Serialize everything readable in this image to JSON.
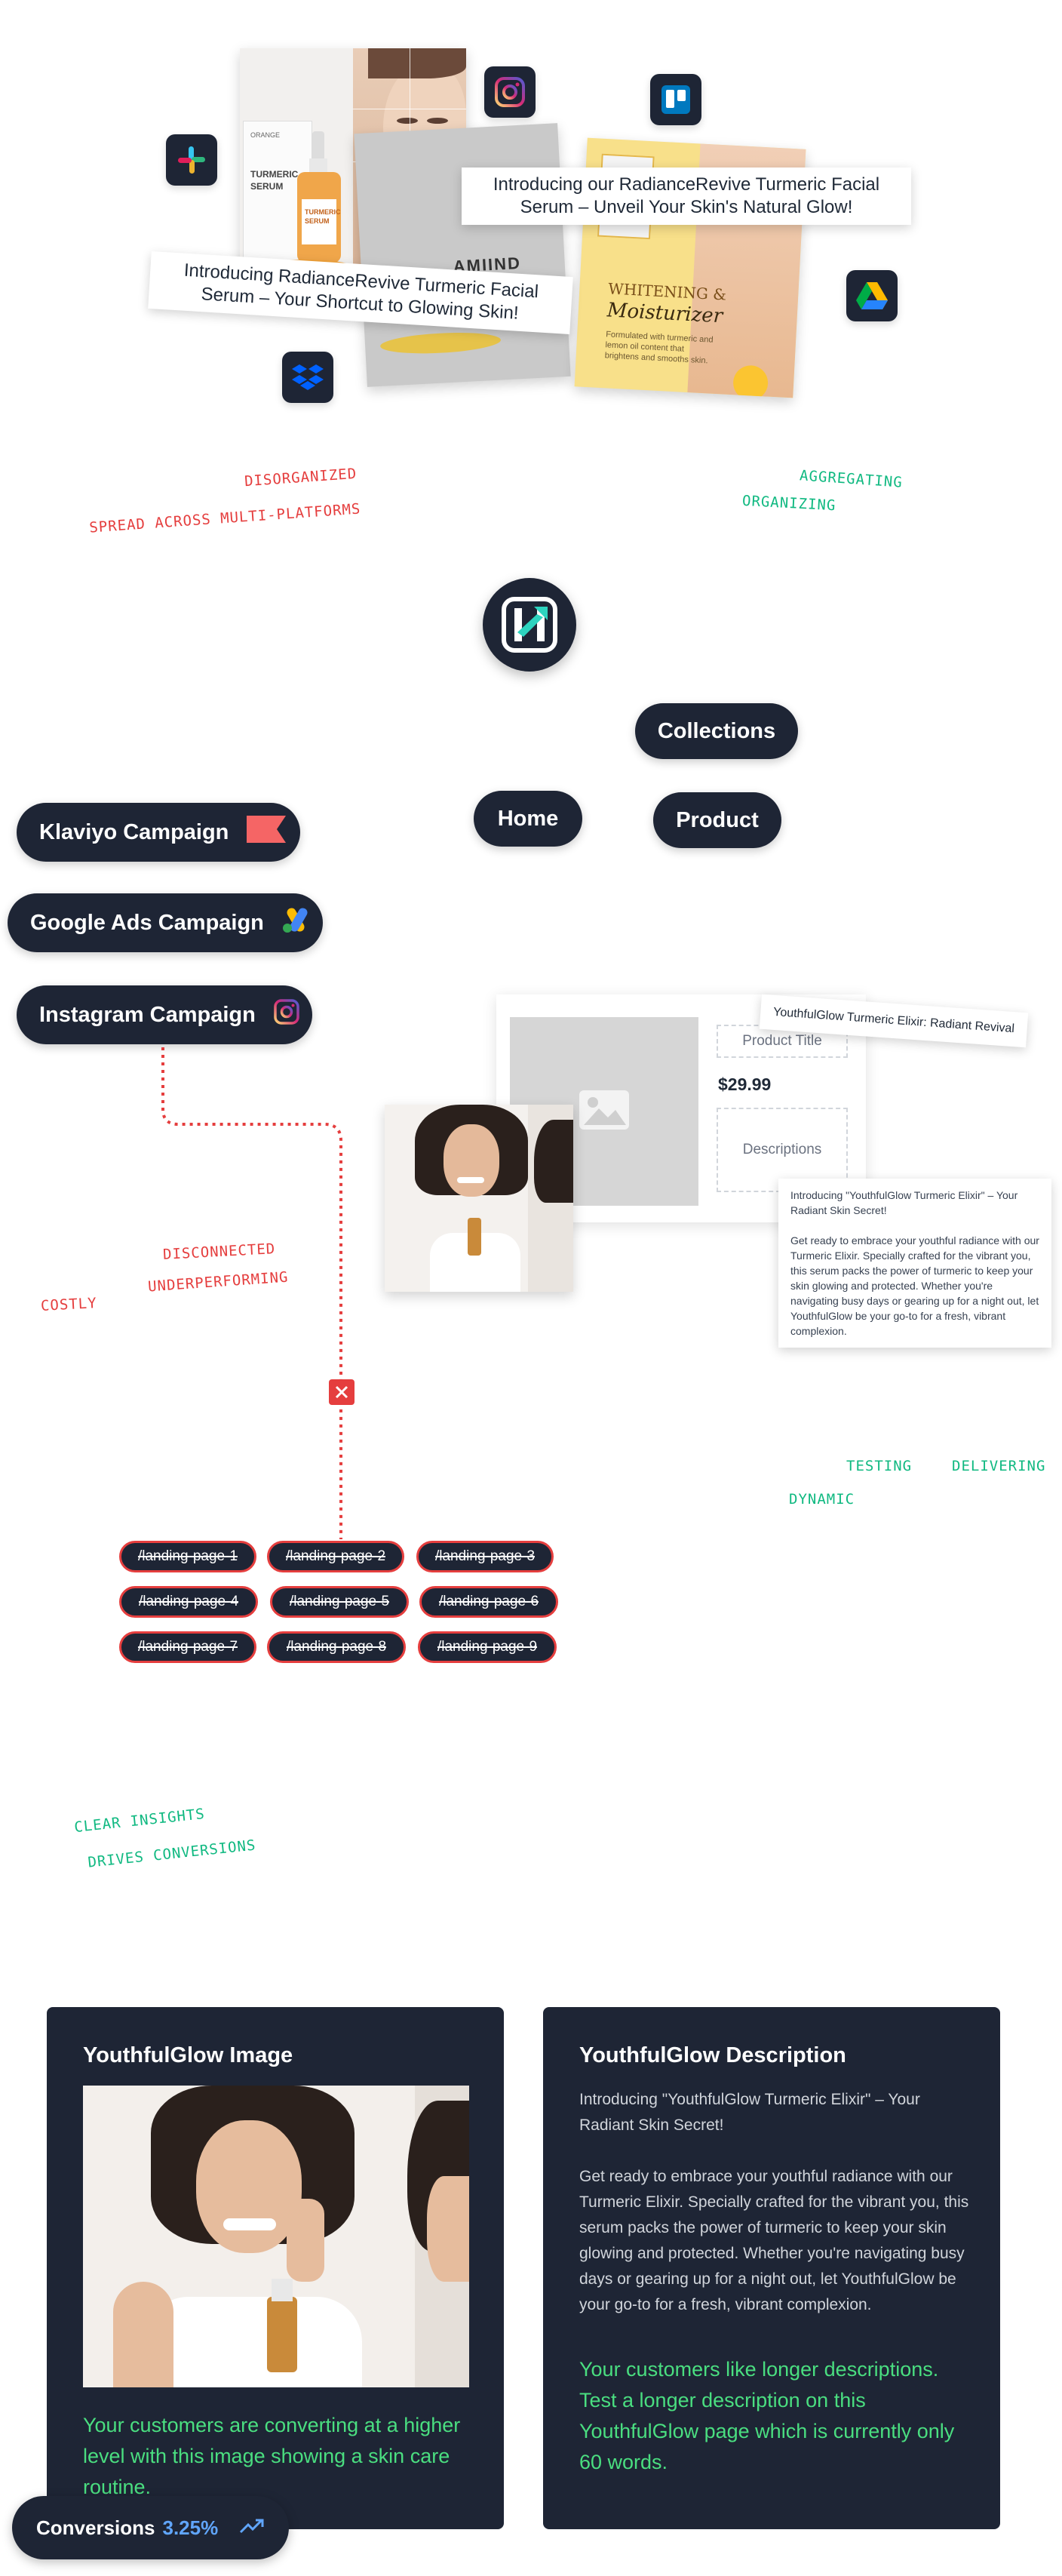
{
  "collage": {
    "caption_right": "Introducing our RadianceRevive Turmeric Facial Serum – Unveil Your Skin's Natural Glow!",
    "caption_left": "Introducing RadianceRevive Turmeric Facial Serum – Your Shortcut to Glowing Skin!",
    "bottle_brand": "ORANGE",
    "bottle_label_1": "TURMERIC",
    "bottle_label_2": "SERUM",
    "partial_label": "AMIIND",
    "ad_title_1": "WHITENING &",
    "ad_title_2": "Moisturizer",
    "ad_body": "Formulated with turmeric and lemon oil content that brightens and smooths skin."
  },
  "notes_problem": {
    "disorganized": "DISORGANIZED",
    "spread": "SPREAD ACROSS MULTI-PLATFORMS"
  },
  "notes_solution": {
    "aggregating": "AGGREGATING",
    "organizing": "ORGANIZING"
  },
  "site_pages": {
    "collections": "Collections",
    "home": "Home",
    "product": "Product"
  },
  "campaigns": {
    "klaviyo": "Klaviyo Campaign",
    "google": "Google Ads Campaign",
    "instagram": "Instagram Campaign"
  },
  "mock_page": {
    "floating_title": "YouthfulGlow Turmeric Elixir: Radiant Revival",
    "product_title_placeholder": "Product Title",
    "price": "$29.99",
    "descriptions_placeholder": "Descriptions",
    "floating_desc_intro": "Introducing \"YouthfulGlow Turmeric Elixir\" – Your Radiant Skin Secret!",
    "floating_desc_body": "Get ready to embrace your youthful radiance with our Turmeric Elixir. Specially crafted for the vibrant you, this serum packs the power of turmeric to keep your skin glowing and protected. Whether you're navigating busy days or gearing up for a night out, let YouthfulGlow be your go-to for a fresh, vibrant complexion."
  },
  "notes_issues": {
    "disconnected": "DISCONNECTED",
    "underperforming": "UNDERPERFORMING",
    "costly": "COSTLY"
  },
  "notes_dynamic": {
    "testing": "TESTING",
    "delivering": "DELIVERING",
    "dynamic": "DYNAMIC"
  },
  "landing_pages": [
    "/landing-page-1",
    "/landing-page-2",
    "/landing-page-3",
    "/landing-page-4",
    "/landing-page-5",
    "/landing-page-6",
    "/landing-page-7",
    "/landing-page-8",
    "/landing-page-9"
  ],
  "notes_insights": {
    "clear_insights": "CLEAR INSIGHTS",
    "drives_conversions": "DRIVES CONVERSIONS"
  },
  "card_image": {
    "title": "YouthfulGlow Image",
    "insight": "Your customers are converting at a higher level with this image showing a skin care routine."
  },
  "card_description": {
    "title": "YouthfulGlow Description",
    "intro": "Introducing \"YouthfulGlow Turmeric Elixir\" – Your Radiant Skin Secret!",
    "body": "Get ready to embrace your youthful radiance with our Turmeric Elixir. Specially crafted for the vibrant you, this serum packs the power of turmeric to keep your skin glowing and protected. Whether you're navigating busy days or gearing up for a night out, let YouthfulGlow be your go-to for a fresh, vibrant complexion.",
    "insight": "Your customers like longer descriptions. Test a longer description on this YouthfulGlow page which is currently only 60 words."
  },
  "conversions": {
    "label": "Conversions",
    "value": "3.25%"
  },
  "colors": {
    "navy": "#1e2535",
    "problem_red": "#e53e3e",
    "solution_green": "#10b981",
    "insight_green": "#4ade80",
    "accent_blue": "#60a5fa"
  },
  "icons": [
    "slack-icon",
    "instagram-icon",
    "trello-icon",
    "google-drive-icon",
    "dropbox-icon",
    "logo-icon",
    "klaviyo-flag-icon",
    "google-ads-icon",
    "image-placeholder-icon",
    "close-x-icon",
    "trend-up-icon"
  ]
}
